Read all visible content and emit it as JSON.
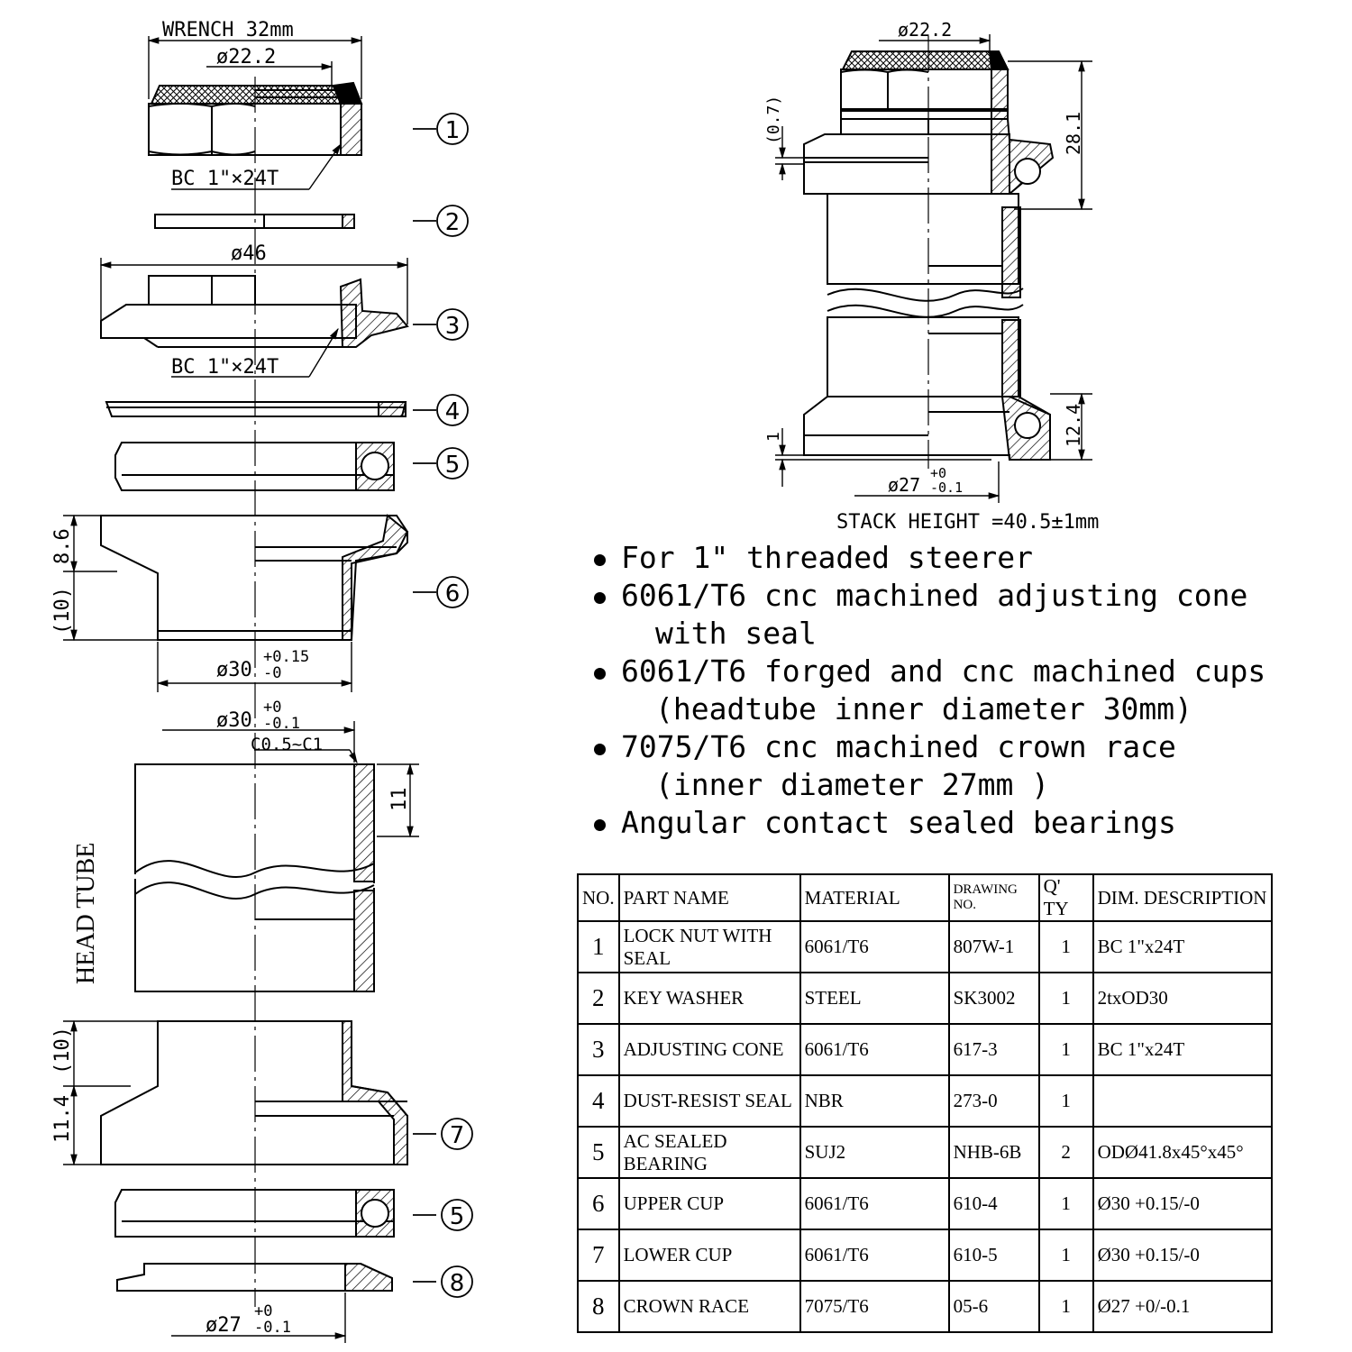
{
  "callouts": {
    "c1": "①",
    "c2": "②",
    "c3": "③",
    "c4": "④",
    "c5a": "⑤",
    "c6": "⑥",
    "c7": "⑦",
    "c5b": "⑤",
    "c8": "⑧"
  },
  "left_dims": {
    "wrench": "WRENCH 32mm",
    "d222": "ø22.2",
    "bc_top": "BC 1\"×24T",
    "d46": "ø46",
    "bc_cone": "BC 1\"×24T",
    "h86": "8.6",
    "h10_upper": "(10)",
    "d30_main": "ø30",
    "d30_tol_up": "+0.15",
    "d30_tol_dn": "-0",
    "tube_d30_main": "ø30",
    "tube_d30_up": "+0",
    "tube_d30_dn": "-0.1",
    "chamfer": "C0.5~C1",
    "h11": "11",
    "head_tube": "HEAD TUBE",
    "h10_lower": "(10)",
    "h114": "11.4",
    "d27_main": "ø27",
    "d27_up": "+0",
    "d27_dn": "-0.1"
  },
  "assembly_dims": {
    "d222": "ø22.2",
    "gap": "(0.7)",
    "h281": "28.1",
    "h124": "12.4",
    "h1": "1",
    "d27_main": "ø27",
    "d27_up": "+0",
    "d27_dn": "-0.1",
    "stack": "STACK HEIGHT =40.5±1mm"
  },
  "features": [
    {
      "line": "For 1\" threaded steerer",
      "sub": ""
    },
    {
      "line": "6061/T6 cnc machined adjusting cone",
      "sub": "with seal"
    },
    {
      "line": "6061/T6 forged and cnc machined cups",
      "sub": "(headtube inner diameter 30mm)"
    },
    {
      "line": "7075/T6 cnc machined crown race",
      "sub": "(inner diameter 27mm )"
    },
    {
      "line": "Angular contact sealed bearings",
      "sub": ""
    }
  ],
  "parts_table": {
    "headers": [
      "NO.",
      "PART NAME",
      "MATERIAL",
      "DRAWING NO.",
      "Q' TY",
      "DIM. DESCRIPTION"
    ],
    "rows": [
      [
        "1",
        "LOCK NUT WITH SEAL",
        "6061/T6",
        "807W-1",
        "1",
        "BC 1\"x24T"
      ],
      [
        "2",
        "KEY WASHER",
        "STEEL",
        "SK3002",
        "1",
        "2txOD30"
      ],
      [
        "3",
        "ADJUSTING CONE",
        "6061/T6",
        "617-3",
        "1",
        "BC 1\"x24T"
      ],
      [
        "4",
        "DUST-RESIST SEAL",
        "NBR",
        "273-0",
        "1",
        ""
      ],
      [
        "5",
        "AC SEALED BEARING",
        "SUJ2",
        "NHB-6B",
        "2",
        "ODØ41.8x45°x45°"
      ],
      [
        "6",
        "UPPER CUP",
        "6061/T6",
        "610-4",
        "1",
        "Ø30 +0.15/-0"
      ],
      [
        "7",
        "LOWER CUP",
        "6061/T6",
        "610-5",
        "1",
        "Ø30 +0.15/-0"
      ],
      [
        "8",
        "CROWN RACE",
        "7075/T6",
        "05-6",
        "1",
        "Ø27 +0/-0.1"
      ]
    ]
  }
}
